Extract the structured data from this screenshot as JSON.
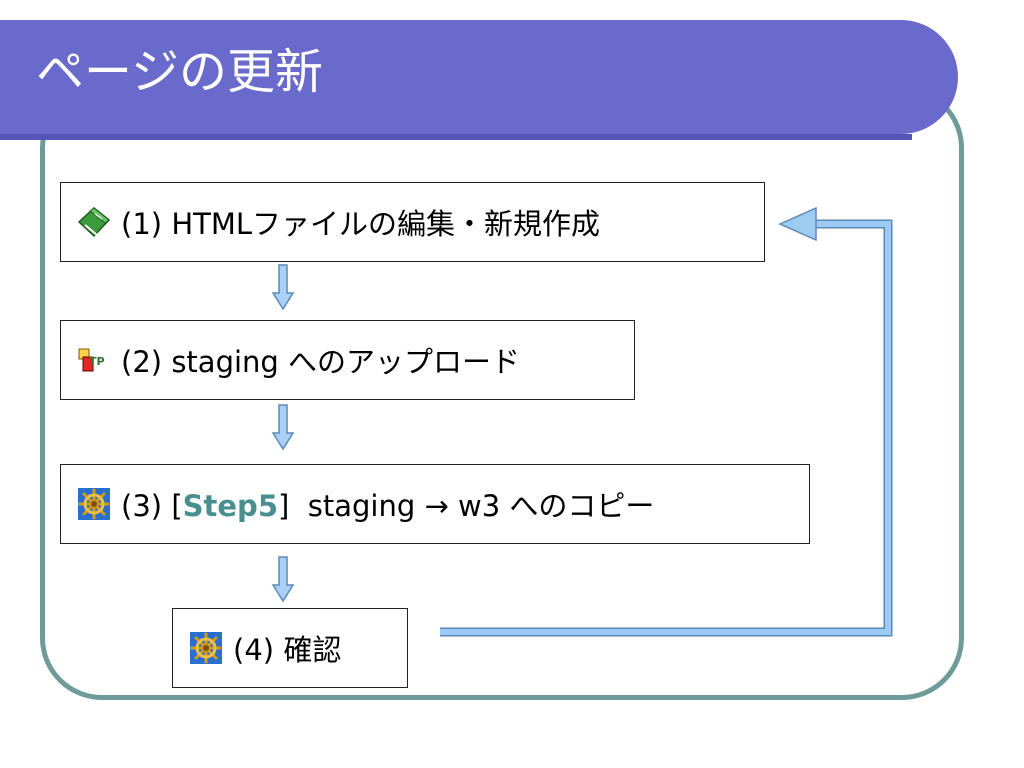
{
  "slide": {
    "title": "ページの更新"
  },
  "steps": [
    {
      "number": "(1)",
      "text": "HTMLファイルの編集・新規作成",
      "icon": "green-book-icon"
    },
    {
      "number": "(2)",
      "text": "staging へのアップロード",
      "icon": "ftp-icon"
    },
    {
      "number": "(3)",
      "bracket_open": "[",
      "highlight": "Step5",
      "bracket_close": "]",
      "text": "staging → w3 へのコピー",
      "icon": "ship-wheel-icon"
    },
    {
      "number": "(4)",
      "text": "確認",
      "icon": "ship-wheel-icon"
    }
  ],
  "colors": {
    "title_bar": "#6a6acc",
    "frame": "#6f9b9b",
    "arrow_fill": "#aad0f5",
    "arrow_stroke": "#5a88bc",
    "loop_arrow": "#9ecbf2",
    "highlight_text": "#4a8f8f"
  }
}
